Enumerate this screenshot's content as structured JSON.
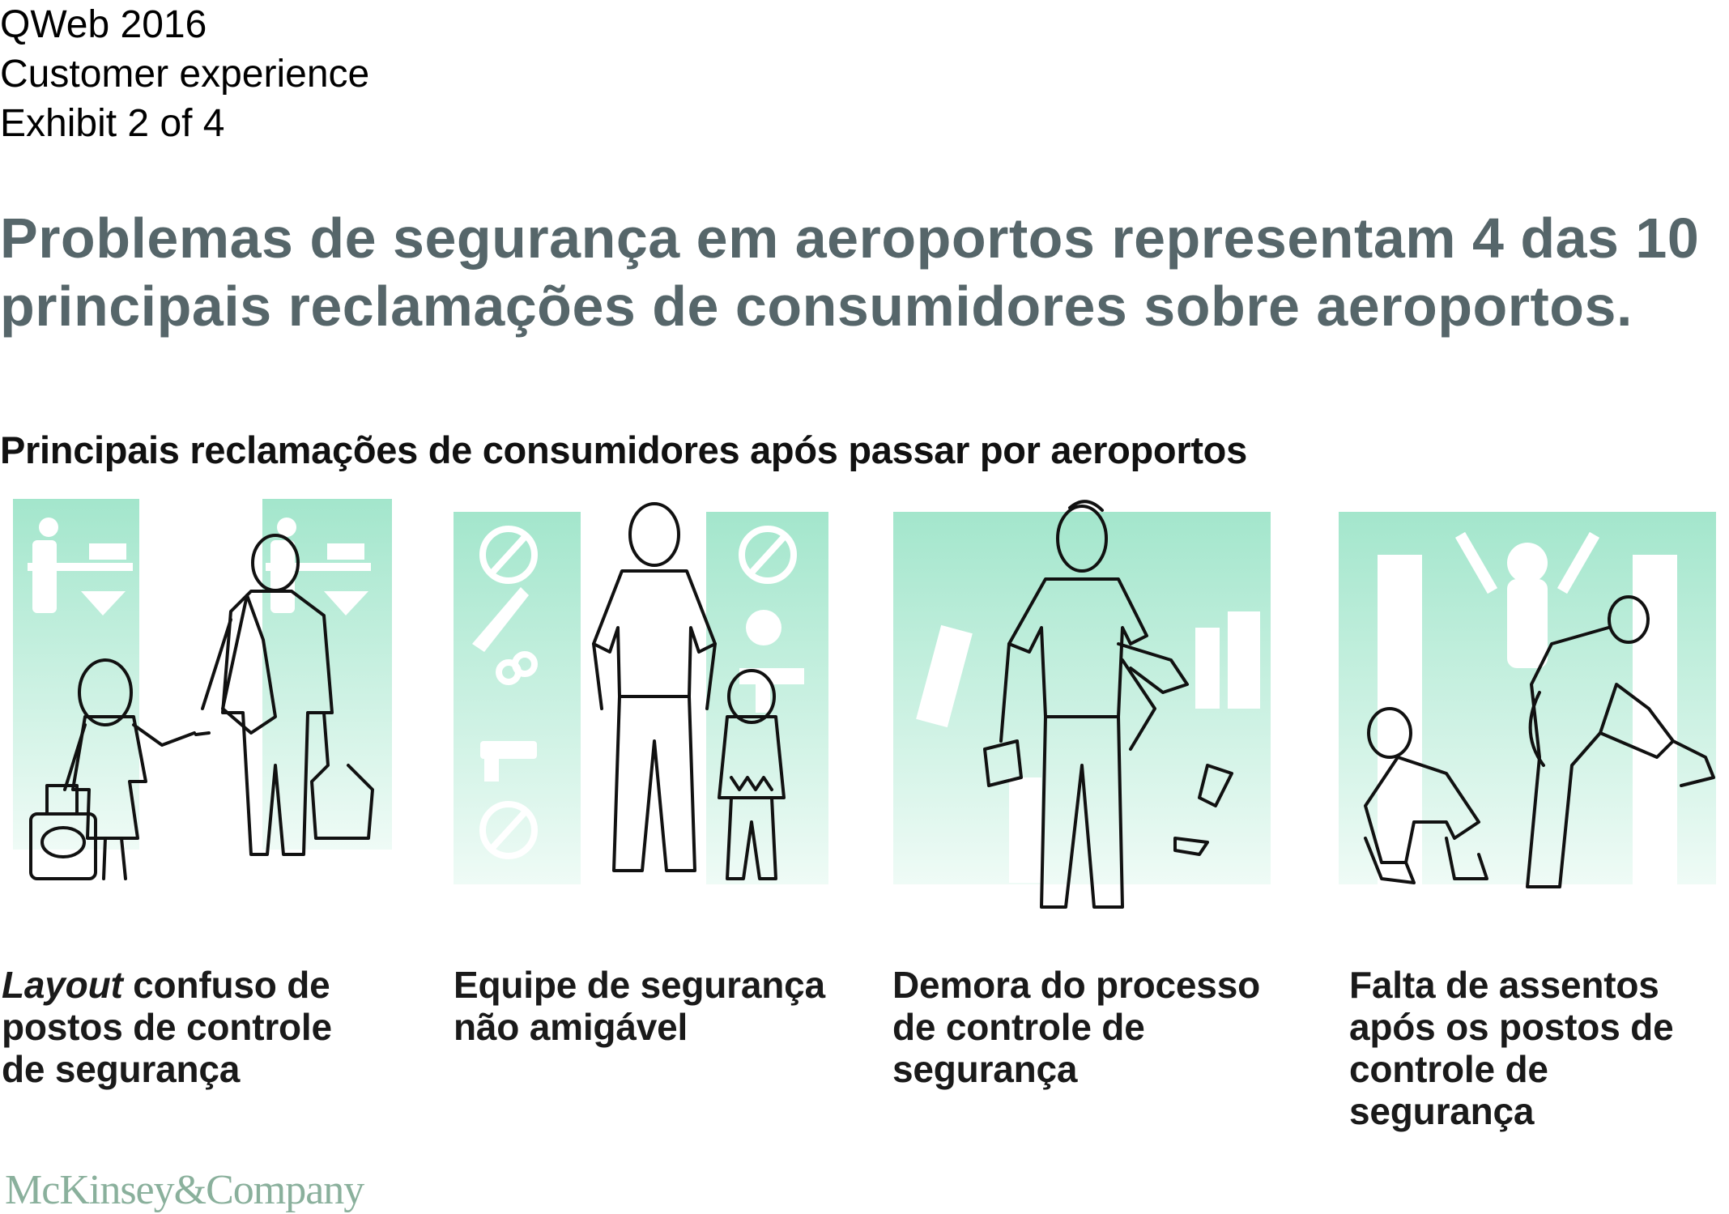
{
  "header": {
    "source": "QWeb 2016",
    "topic": "Customer experience",
    "exhibit": "Exhibit 2 of 4"
  },
  "title": "Problemas de segurança em aeroportos representam 4 das 10 principais reclamações de consumidores sobre aeroportos.",
  "subtitle": "Principais reclamações de consumidores após passar por aeroportos",
  "colors": {
    "accent_green_top": "#a3e6cc",
    "accent_green_bottom": "#effbf6",
    "title_gray": "#56666a",
    "logo_green": "#8ab09c"
  },
  "complaints": [
    {
      "italic": "Layout",
      "text": " confuso de postos de controle de segurança",
      "illustration": "mother-child-walking-illustration"
    },
    {
      "italic": "",
      "text": "Equipe de segurança não amigável",
      "illustration": "security-officer-illustration"
    },
    {
      "italic": "",
      "text": "Demora do processo de controle de segurança",
      "illustration": "man-carrying-belongings-illustration"
    },
    {
      "italic": "",
      "text": "Falta de assentos após os postos de controle de segurança",
      "illustration": "people-tying-shoes-illustration"
    }
  ],
  "logo": "McKinsey&Company"
}
